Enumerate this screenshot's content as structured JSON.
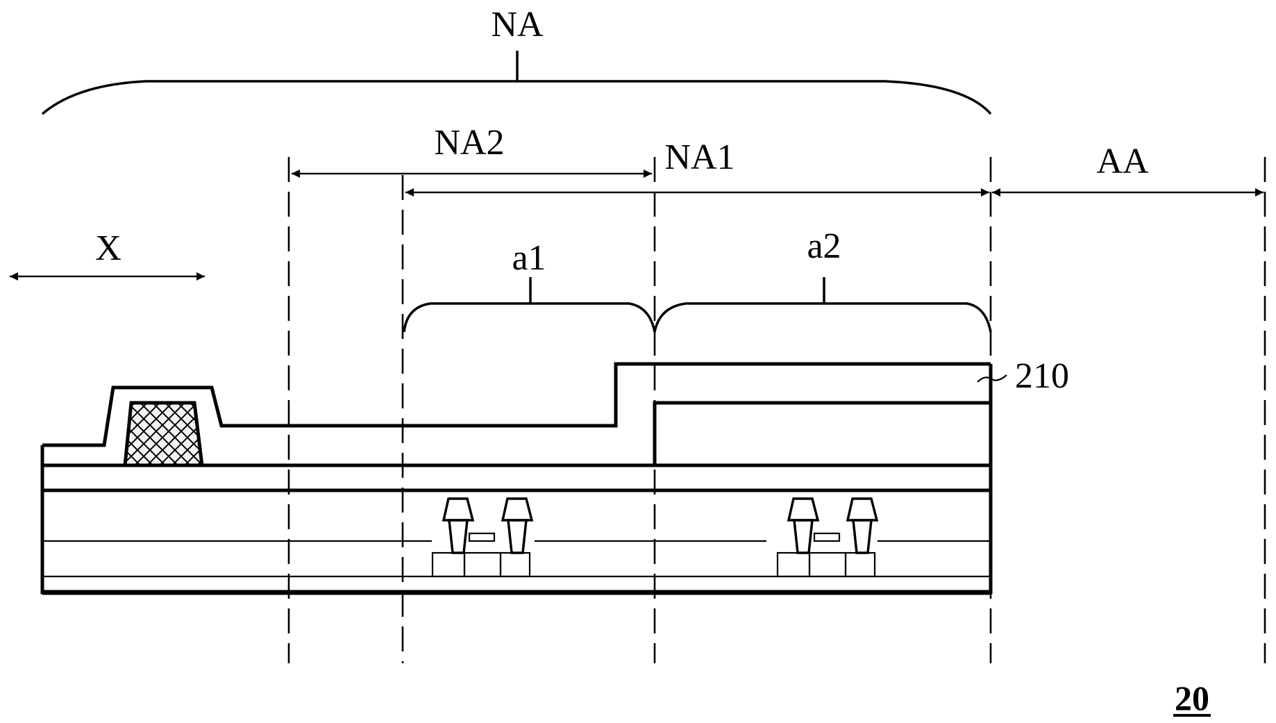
{
  "figure": {
    "number": "20",
    "labels": {
      "na": "NA",
      "na1": "NA1",
      "na2": "NA2",
      "aa": "AA",
      "x": "X",
      "a1": "a1",
      "a2": "a2",
      "layer_ref": "210"
    }
  },
  "regions": [
    {
      "id": "NA",
      "description": "non-display area, bracketed span"
    },
    {
      "id": "NA2",
      "description": "second non-display sub-region, double-arrow dimension"
    },
    {
      "id": "NA1",
      "description": "first non-display sub-region, double-arrow dimension"
    },
    {
      "id": "AA",
      "description": "active display area, double-arrow dimension"
    },
    {
      "id": "X",
      "description": "direction indicator, double arrow"
    },
    {
      "id": "a1",
      "description": "sub-region bracket within NA1"
    },
    {
      "id": "a2",
      "description": "sub-region bracket within NA1"
    }
  ],
  "components": {
    "transistor_count": 2,
    "hatched_dam_count": 1,
    "reference_layer": "210"
  }
}
